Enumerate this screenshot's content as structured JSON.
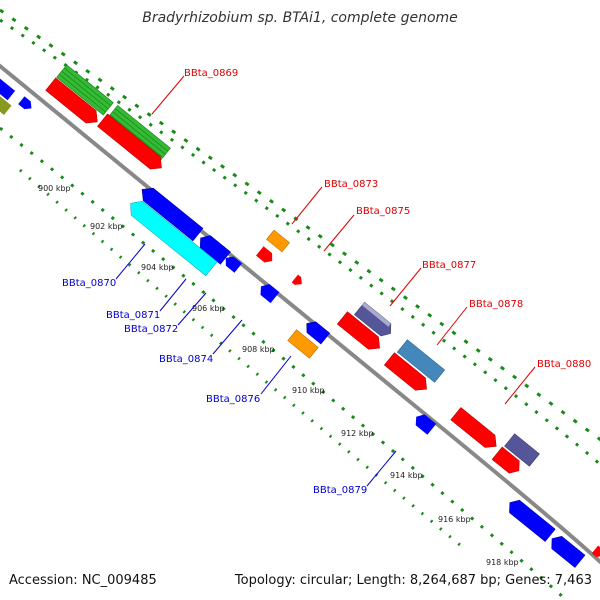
{
  "title": "Bradyrhizobium sp. BTAi1, complete genome",
  "footer": {
    "accession": "Accession: NC_009485",
    "summary": "Topology: circular; Length: 8,264,687 bp; Genes: 7,463"
  },
  "ticks": [
    "900 kbp",
    "902 kbp",
    "904 kbp",
    "906 kbp",
    "908 kbp",
    "910 kbp",
    "912 kbp",
    "914 kbp",
    "916 kbp",
    "918 kbp"
  ],
  "gene_labels": {
    "BBta_0869": "BBta_0869",
    "BBta_0870": "BBta_0870",
    "BBta_0871": "BBta_0871",
    "BBta_0872": "BBta_0872",
    "BBta_0873": "BBta_0873",
    "BBta_0874": "BBta_0874",
    "BBta_0875": "BBta_0875",
    "BBta_0876": "BBta_0876",
    "BBta_0877": "BBta_0877",
    "BBta_0878": "BBta_0878",
    "BBta_0879": "BBta_0879",
    "BBta_0880": "BBta_0880"
  },
  "colors": {
    "backbone": "#888888",
    "dots": "#1a8a1a",
    "forward_label": "#dd0000",
    "reverse_label": "#0000cc",
    "red": "#ff0000",
    "blue": "#0000ff",
    "green": "#33bb33",
    "cyan": "#00ffff",
    "orange": "#ff9900",
    "slate": "#4488bb",
    "indigo": "#555599",
    "olive": "#889922"
  }
}
